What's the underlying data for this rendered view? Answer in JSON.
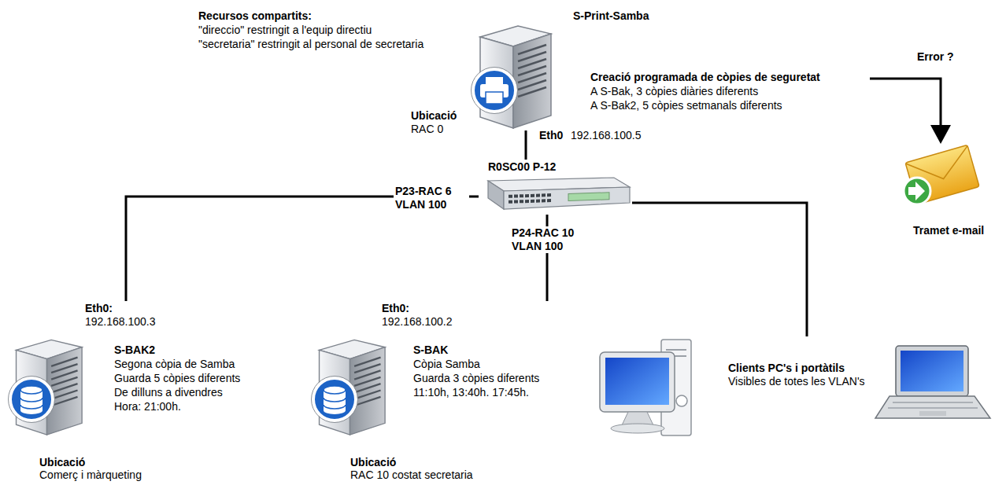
{
  "diagram": {
    "nodes": [
      {
        "text": [
          "S-Print-Samba",
          "Creació programada de còpies de seguretat",
          "A S-Bak, 3 còpies diàries diferents",
          "A S-Bak2, 5 còpies setmanals diferents"
        ]
      },
      {
        "text": [
          "R0SC00 P-12"
        ]
      },
      {
        "text": [
          "Eth0:",
          "192.168.100.3",
          "S-BAK2",
          "Segona còpia de Samba",
          "Guarda 5 còpies diferents",
          "De dilluns a divendres",
          "Hora: 21:00h."
        ]
      },
      {
        "text": [
          "Eth0:",
          "192.168.100.2",
          "S-BAK",
          "Còpia Samba",
          "Guarda 3 còpies diferents",
          "11:10h, 13:40h. 17:45h."
        ]
      },
      {
        "text": [
          "Clients PC's i portàtils",
          "Visibles de totes les VLAN's"
        ]
      },
      {
        "text": [
          "Tramet e-mail"
        ]
      }
    ],
    "edges": [
      {
        "from": 0,
        "to": 1,
        "arrow": "none"
      },
      {
        "from": 1,
        "to": 2,
        "label": "P23-RAC 6 VLAN 100",
        "arrow": "none"
      },
      {
        "from": 1,
        "to": 3,
        "label": "P24-RAC 10 VLAN 100",
        "arrow": "none"
      },
      {
        "from": 1,
        "to": 4,
        "arrow": "none"
      },
      {
        "from": 0,
        "to": 5,
        "label": "Error ?",
        "arrow": "to"
      }
    ],
    "labels": [
      "Recursos compartits:",
      "\"direccio\" restringit a l'equip directiu",
      "\"secretaria\" restringit al personal de secretaria",
      "Ubicació",
      "RAC 0",
      "Eth0",
      "192.168.100.5",
      "Ubicació",
      "Comerç i màrqueting",
      "Ubicació",
      "RAC 10 costat secretaria"
    ]
  }
}
